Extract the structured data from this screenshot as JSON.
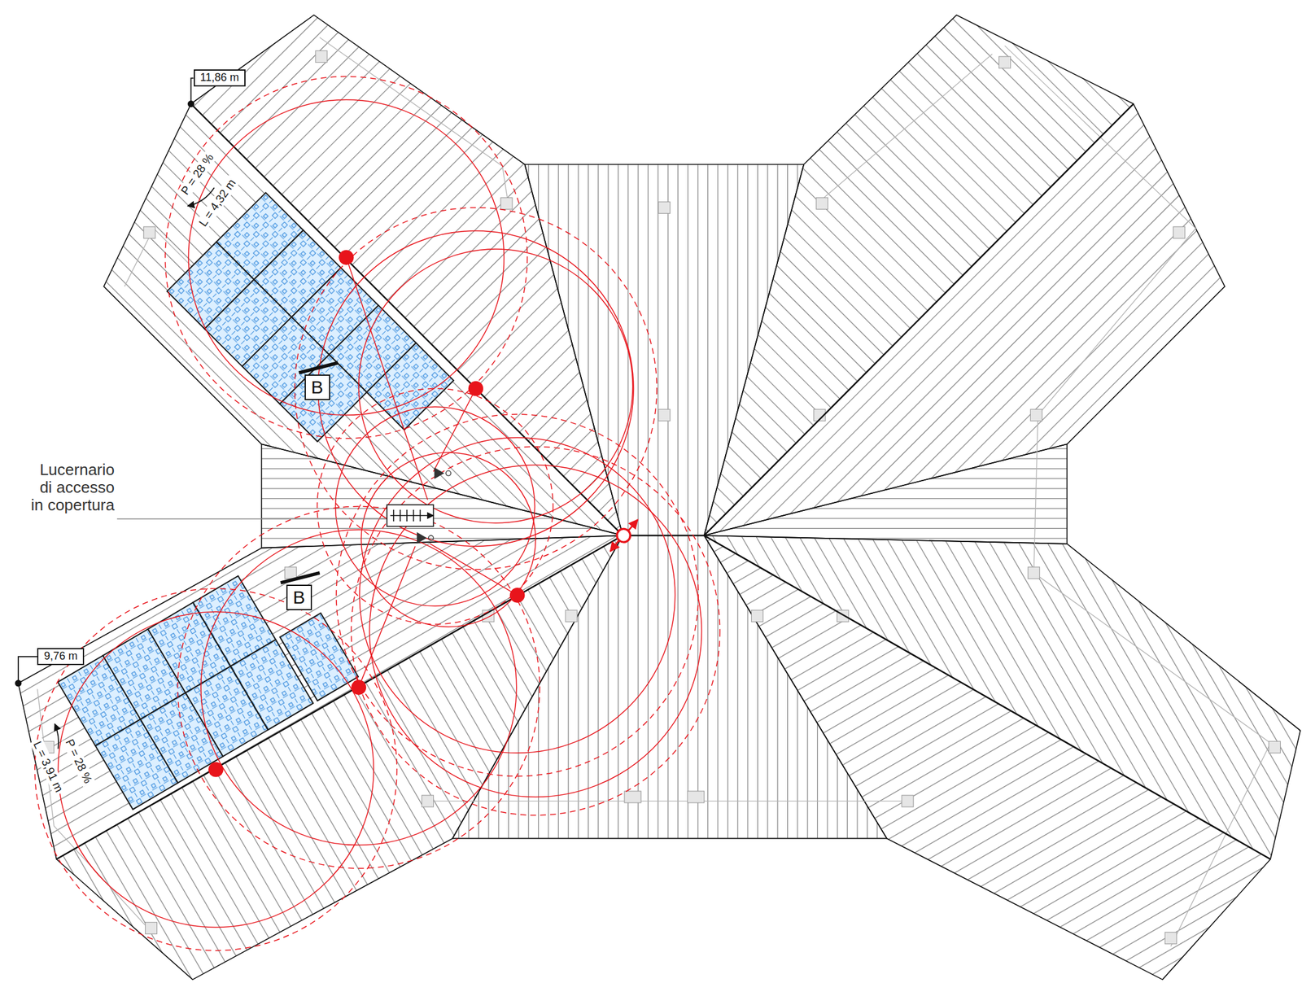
{
  "diagram": {
    "nodes": [
      {
        "text": [
          "11,86 m"
        ]
      },
      {
        "text": [
          "B"
        ]
      },
      {
        "text": [
          "B"
        ]
      },
      {
        "text": [
          "9,76 m"
        ]
      }
    ],
    "labels": [
      "P = 28 %",
      "L = 4,32 m",
      "Lucernario di accesso in copertura",
      "P = 28 %",
      "L = 3,91 m"
    ]
  }
}
